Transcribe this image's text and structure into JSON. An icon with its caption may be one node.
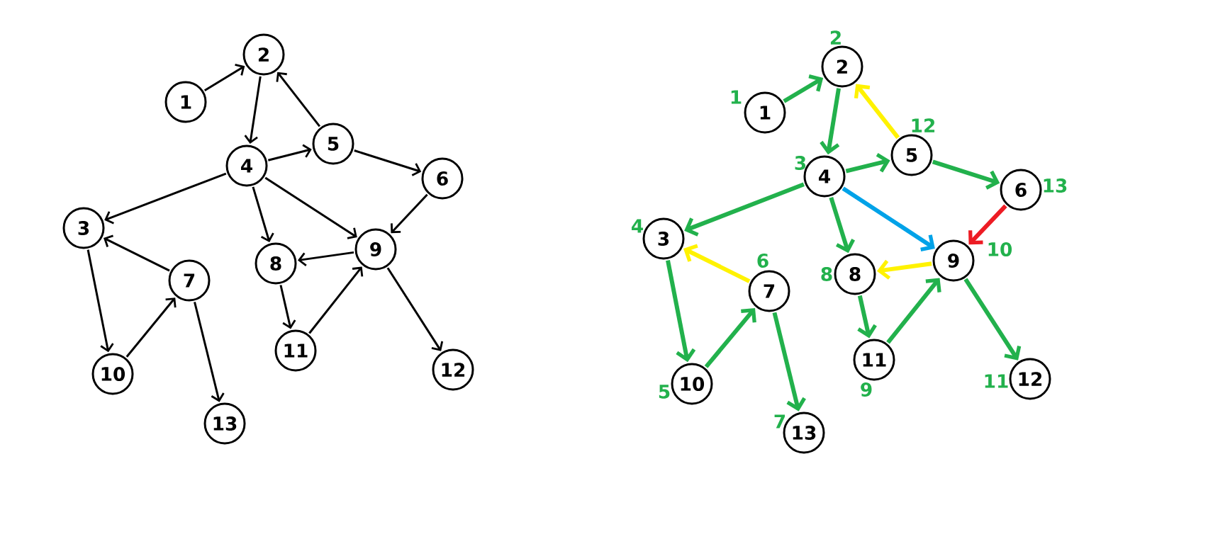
{
  "diagram": {
    "nodes": [
      {
        "text": [
          "1"
        ]
      },
      {
        "text": [
          "2"
        ]
      },
      {
        "text": [
          "3"
        ]
      },
      {
        "text": [
          "4"
        ]
      },
      {
        "text": [
          "5"
        ]
      },
      {
        "text": [
          "6"
        ]
      },
      {
        "text": [
          "7"
        ]
      },
      {
        "text": [
          "8"
        ]
      },
      {
        "text": [
          "9"
        ]
      },
      {
        "text": [
          "10"
        ]
      },
      {
        "text": [
          "11"
        ]
      },
      {
        "text": [
          "12"
        ]
      },
      {
        "text": [
          "13"
        ]
      },
      {
        "text": [
          "1"
        ],
        "beside": [
          "1"
        ]
      },
      {
        "text": [
          "2"
        ],
        "beside": [
          "2"
        ]
      },
      {
        "text": [
          "3"
        ],
        "beside": [
          "4"
        ]
      },
      {
        "text": [
          "4"
        ],
        "beside": [
          "3"
        ]
      },
      {
        "text": [
          "5"
        ],
        "beside": [
          "12"
        ]
      },
      {
        "text": [
          "6"
        ],
        "beside": [
          "13"
        ]
      },
      {
        "text": [
          "7"
        ],
        "beside": [
          "6"
        ]
      },
      {
        "text": [
          "8"
        ],
        "beside": [
          "8"
        ]
      },
      {
        "text": [
          "9"
        ],
        "beside": [
          "10"
        ]
      },
      {
        "text": [
          "10"
        ],
        "beside": [
          "5"
        ]
      },
      {
        "text": [
          "11"
        ],
        "beside": [
          "9"
        ]
      },
      {
        "text": [
          "12"
        ],
        "beside": [
          "11"
        ]
      },
      {
        "text": [
          "13"
        ],
        "beside": [
          "7"
        ]
      }
    ],
    "edges": [
      {
        "from": 0,
        "to": 1,
        "arrow": "to"
      },
      {
        "from": 1,
        "to": 3,
        "arrow": "to"
      },
      {
        "from": 4,
        "to": 1,
        "arrow": "to"
      },
      {
        "from": 3,
        "to": 4,
        "arrow": "to"
      },
      {
        "from": 4,
        "to": 5,
        "arrow": "to"
      },
      {
        "from": 3,
        "to": 2,
        "arrow": "to"
      },
      {
        "from": 3,
        "to": 7,
        "arrow": "to"
      },
      {
        "from": 3,
        "to": 8,
        "arrow": "to"
      },
      {
        "from": 5,
        "to": 8,
        "arrow": "to"
      },
      {
        "from": 8,
        "to": 7,
        "arrow": "to"
      },
      {
        "from": 2,
        "to": 9,
        "arrow": "to"
      },
      {
        "from": 6,
        "to": 2,
        "arrow": "to"
      },
      {
        "from": 9,
        "to": 6,
        "arrow": "to"
      },
      {
        "from": 6,
        "to": 12,
        "arrow": "to"
      },
      {
        "from": 7,
        "to": 10,
        "arrow": "to"
      },
      {
        "from": 10,
        "to": 8,
        "arrow": "to"
      },
      {
        "from": 8,
        "to": 11,
        "arrow": "to"
      },
      {
        "from": 13,
        "to": 14,
        "arrow": "to",
        "style": "thick",
        "color": "#22b14c"
      },
      {
        "from": 14,
        "to": 16,
        "arrow": "to",
        "style": "thick",
        "color": "#22b14c"
      },
      {
        "from": 17,
        "to": 14,
        "arrow": "to",
        "style": "thick",
        "color": "#fff200"
      },
      {
        "from": 16,
        "to": 17,
        "arrow": "to",
        "style": "thick",
        "color": "#22b14c"
      },
      {
        "from": 17,
        "to": 18,
        "arrow": "to",
        "style": "thick",
        "color": "#22b14c"
      },
      {
        "from": 16,
        "to": 15,
        "arrow": "to",
        "style": "thick",
        "color": "#22b14c"
      },
      {
        "from": 16,
        "to": 20,
        "arrow": "to",
        "style": "thick",
        "color": "#22b14c"
      },
      {
        "from": 16,
        "to": 21,
        "arrow": "to",
        "style": "thick",
        "color": "#00a2e8"
      },
      {
        "from": 18,
        "to": 21,
        "arrow": "to",
        "style": "thick",
        "color": "#ed1c24"
      },
      {
        "from": 21,
        "to": 20,
        "arrow": "to",
        "style": "thick",
        "color": "#fff200"
      },
      {
        "from": 15,
        "to": 22,
        "arrow": "to",
        "style": "thick",
        "color": "#22b14c"
      },
      {
        "from": 19,
        "to": 15,
        "arrow": "to",
        "style": "thick",
        "color": "#fff200"
      },
      {
        "from": 22,
        "to": 19,
        "arrow": "to",
        "style": "thick",
        "color": "#22b14c"
      },
      {
        "from": 19,
        "to": 25,
        "arrow": "to",
        "style": "thick",
        "color": "#22b14c"
      },
      {
        "from": 20,
        "to": 23,
        "arrow": "to",
        "style": "thick",
        "color": "#22b14c"
      },
      {
        "from": 23,
        "to": 21,
        "arrow": "to",
        "style": "thick",
        "color": "#22b14c"
      },
      {
        "from": 21,
        "to": 24,
        "arrow": "to",
        "style": "thick",
        "color": "#22b14c"
      }
    ]
  }
}
